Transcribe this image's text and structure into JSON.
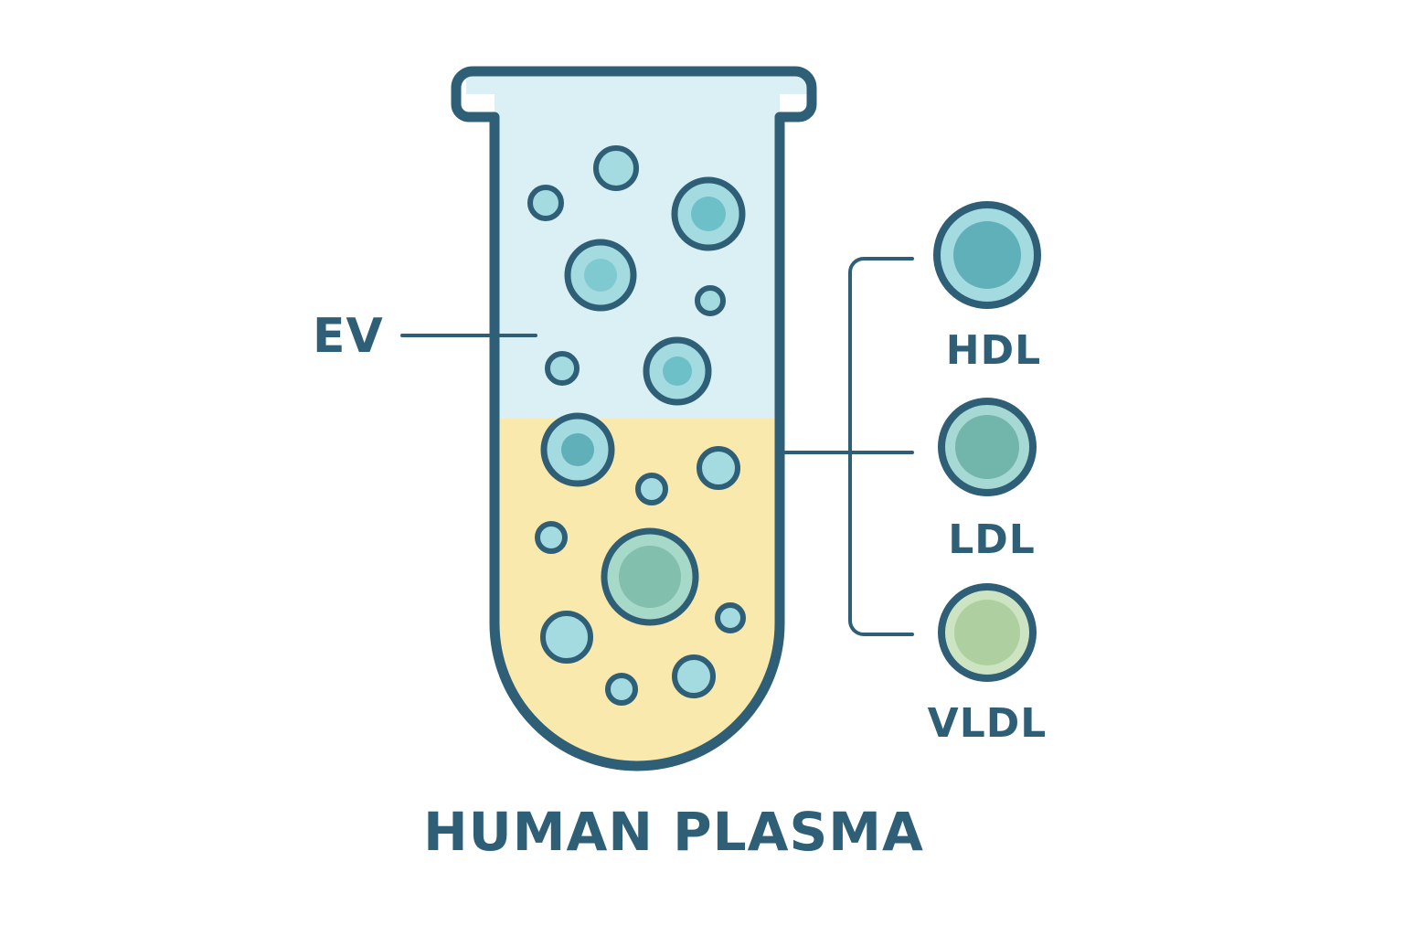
{
  "title": "HUMAN PLASMA",
  "labels": {
    "ev": "EV",
    "hdl": "HDL",
    "ldl": "LDL",
    "vldl": "VLDL"
  },
  "colors": {
    "outline": "#2e5f77",
    "upper_layer": "#daf0f4",
    "lower_layer": "#f9e9ac",
    "hdl_core": "#5fb0b8",
    "ldl_core": "#72b5aa",
    "vldl_core": "#aed0a0",
    "ev_ring": "#a3dbe0",
    "ev_core": "#6dc0c8"
  }
}
